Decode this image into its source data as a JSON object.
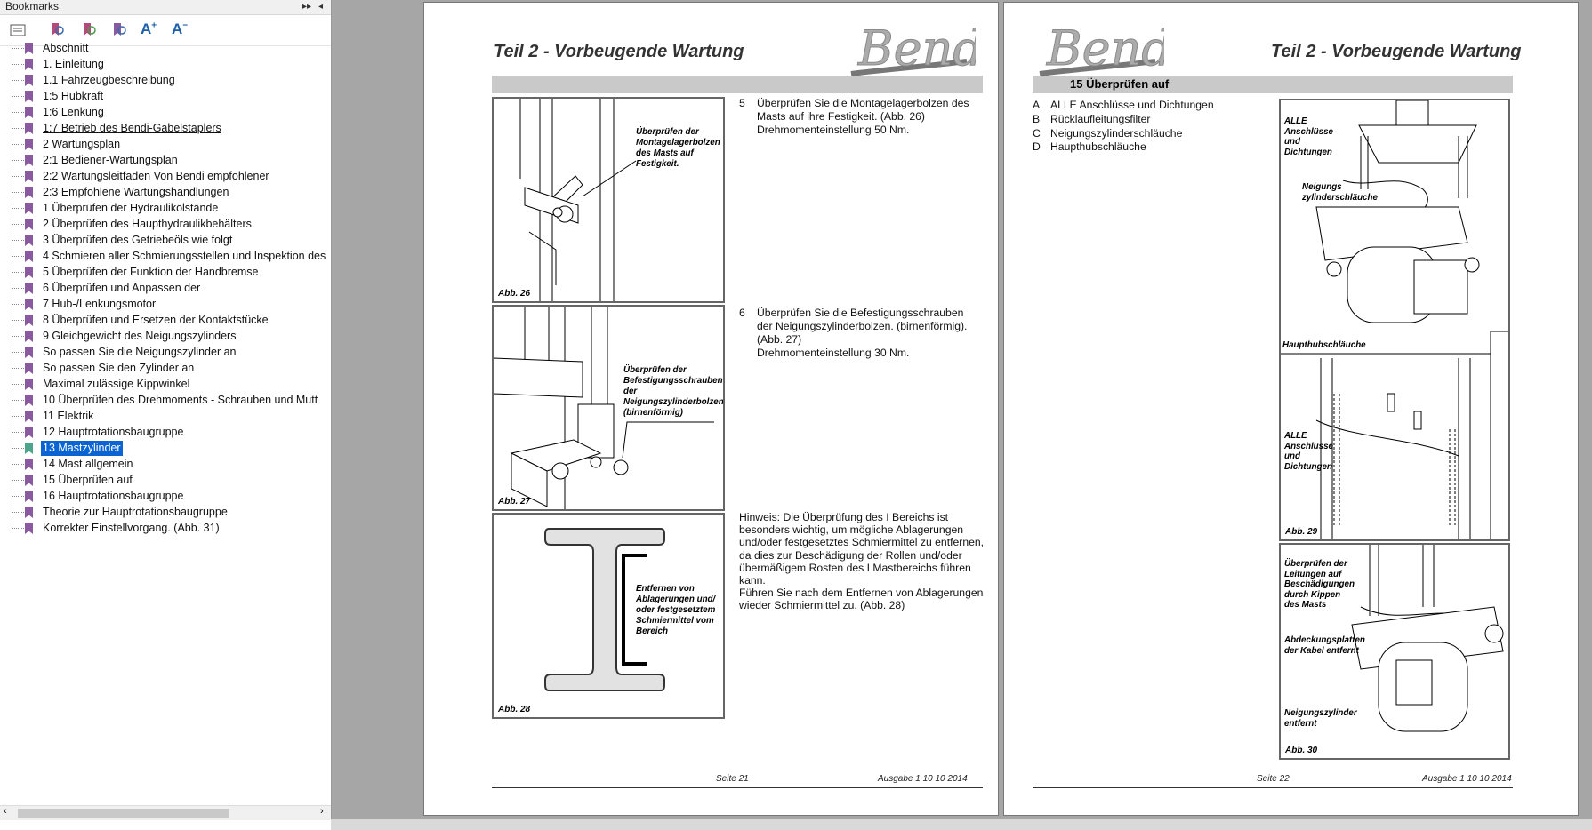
{
  "panel": {
    "title": "Bookmarks",
    "collapse_glyph": "▸▸",
    "close_glyph": "◂",
    "toolbar_icons": [
      "bookmark-options-icon",
      "new-bookmark-icon",
      "expand-bookmark-icon",
      "find-bookmark-icon",
      "increase-text-size-icon",
      "decrease-text-size-icon"
    ],
    "font_plus": "A",
    "font_minus": "A",
    "items": [
      "Abschnitt",
      "1. Einleitung",
      "1.1  Fahrzeugbeschreibung",
      "1:5  Hubkraft",
      "1:6  Lenkung",
      "1:7  Betrieb des Bendi-Gabelstaplers",
      "2  Wartungsplan",
      "2:1  Bediener-Wartungsplan",
      "2:2  Wartungsleitfaden Von Bendi empfohlener",
      "2:3  Empfohlene Wartungshandlungen",
      "1 Überprüfen der Hydraulikölstände",
      "2 Überprüfen des Haupthydraulikbehälters",
      "3  Überprüfen des Getriebeöls wie folgt",
      "4 Schmieren aller Schmierungsstellen und    Inspektion des",
      "5 Überprüfen der Funktion der Handbremse",
      "6 Überprüfen und Anpassen der",
      "7 Hub-/Lenkungsmotor",
      "8 Überprüfen und Ersetzen der Kontaktstücke",
      "9 Gleichgewicht des Neigungszylinders",
      " So passen Sie die Neigungszylinder an",
      " So passen Sie den Zylinder an",
      " Maximal zulässige Kippwinkel",
      "10  Überprüfen des Drehmoments - Schrauben und    Mutt",
      "11 Elektrik",
      "12 Hauptrotationsbaugruppe",
      "13  Mastzylinder",
      "14  Mast allgemein",
      " 15 Überprüfen auf",
      "16  Hauptrotationsbaugruppe",
      " Theorie zur Hauptrotationsbaugruppe",
      "Korrekter Einstellvorgang. (Abb. 31)"
    ],
    "selected_index": 25,
    "underlined_index": 5,
    "scroll_left": "‹",
    "scroll_right": "›"
  },
  "colors": {
    "bookmark_purple": "#8a5aa0",
    "bookmark_selected": "#4aa58a",
    "selection_blue": "#0a64d2",
    "grey_bar": "#c9c9c9"
  },
  "page1": {
    "title": "Teil 2 - Vorbeugende Wartung",
    "logo": "Bendi",
    "step5_num": "5",
    "step5_lines": [
      "Überprüfen Sie die Montagelagerbolzen des",
      "Masts auf ihre Festigkeit. (Abb. 26)",
      "Drehmomenteinstellung 50 Nm."
    ],
    "step6_num": "6",
    "step6_lines": [
      "Überprüfen Sie die Befestigungsschrauben",
      "der Neigungszylinderbolzen. (birnenförmig).",
      "(Abb. 27)",
      "Drehmomenteinstellung 30 Nm."
    ],
    "note_lines": [
      "Hinweis: Die Überprüfung des  I Bereichs ist",
      "besonders wichtig, um mögliche Ablagerungen",
      "und/oder festgesetztes Schmiermittel zu entfernen,",
      "da dies zur Beschädigung der Rollen und/oder",
      "übermäßigem Rosten des  I  Mastbereichs führen",
      "kann.",
      "Führen Sie nach dem Entfernen von Ablagerungen",
      "wieder Schmiermittel zu. (Abb. 28)"
    ],
    "fig26_label": "Abb. 26",
    "fig26_callout": [
      "Überprüfen der",
      "Montagelagerbolzen",
      "des Masts auf",
      "Festigkeit."
    ],
    "fig27_label": "Abb. 27",
    "fig27_callout": [
      "Überprüfen der",
      "Befestigungsschrauben",
      "der",
      "Neigungszylinderbolzen",
      "(birnenförmig)"
    ],
    "fig28_label": "Abb. 28",
    "fig28_callout": [
      "Entfernen von",
      "Ablagerungen und/",
      "oder festgesetztem",
      "Schmiermittel vom",
      "Bereich"
    ],
    "footer_page": "Seite 21",
    "footer_edition": "Ausgabe 1  10 10  2014"
  },
  "page2": {
    "title": "Teil 2 - Vorbeugende Wartung",
    "logo": "Bendi",
    "section_heading": "15 Überprüfen auf",
    "list": [
      {
        "letter": "A",
        "text": "ALLE Anschlüsse und Dichtungen"
      },
      {
        "letter": "B",
        "text": "Rücklaufleitungsfilter"
      },
      {
        "letter": "C",
        "text": "Neigungszylinderschläuche"
      },
      {
        "letter": "D",
        "text": "Haupthubschläuche"
      }
    ],
    "fig29_label": "Abb. 29",
    "fig29_callouts": {
      "a": [
        "ALLE",
        "Anschlüsse",
        "und",
        "Dichtungen"
      ],
      "b": [
        "Neigungs",
        "zylinderschläuche"
      ],
      "c": [
        "Haupthubschläuche"
      ],
      "d": [
        "ALLE",
        "Anschlüsse",
        "und",
        "Dichtungen"
      ]
    },
    "fig30_label": "Abb. 30",
    "fig30_callouts": {
      "a": [
        "Überprüfen der",
        "Leitungen auf",
        "Beschädigungen",
        "durch Kippen",
        "des Masts"
      ],
      "b": [
        "Abdeckungsplatten",
        "der Kabel entfernt"
      ],
      "c": [
        "Neigungszylinder",
        "entfernt"
      ]
    },
    "footer_page": "Seite 22",
    "footer_edition": "Ausgabe 1  10 10  2014"
  }
}
